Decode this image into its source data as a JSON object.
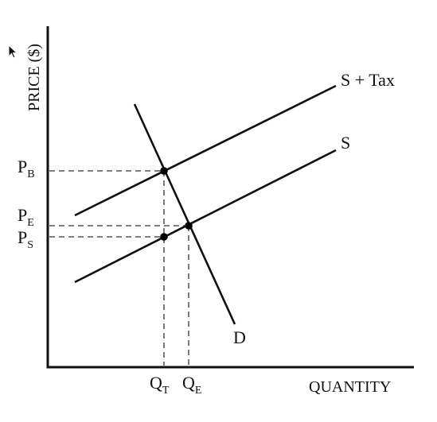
{
  "axes": {
    "y_title": "PRICE ($)",
    "x_title": "QUANTITY"
  },
  "curves": {
    "supply_tax": "S + Tax",
    "supply": "S",
    "demand": "D"
  },
  "prices": {
    "pb": {
      "base": "P",
      "sub": "B"
    },
    "pe": {
      "base": "P",
      "sub": "E"
    },
    "ps": {
      "base": "P",
      "sub": "S"
    }
  },
  "quantities": {
    "qt": {
      "base": "Q",
      "sub": "T"
    },
    "qe": {
      "base": "Q",
      "sub": "E"
    }
  },
  "colors": {
    "ink": "#111111",
    "guide": "#333333",
    "background": "#ffffff"
  },
  "icons": {
    "cursor": "mouse-pointer-icon"
  }
}
